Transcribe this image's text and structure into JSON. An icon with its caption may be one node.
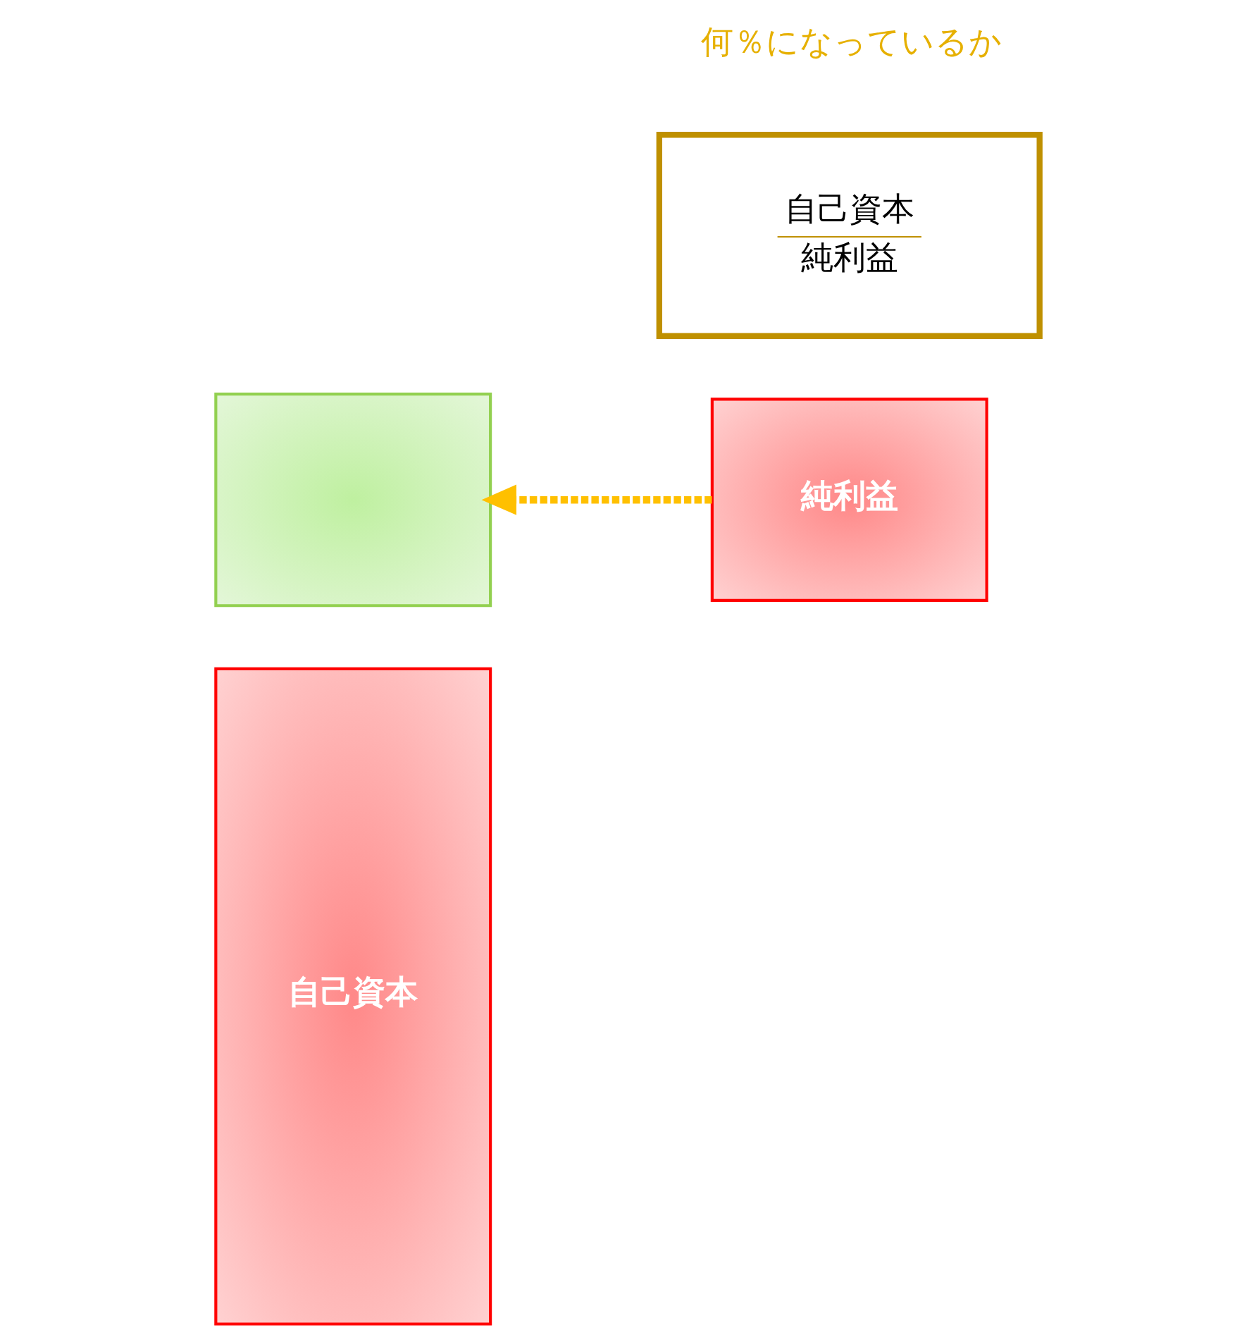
{
  "diagram": {
    "nodes": [
      {
        "text": [
          "自己資本"
        ]
      },
      {
        "text": [],
        "shape": "box"
      },
      {
        "text": [
          "自己資本",
          "純利益"
        ]
      },
      {
        "text": [
          "純利益"
        ]
      }
    ],
    "edges": [
      {
        "from": 3,
        "to": 1,
        "arrow": "to",
        "style": "dashed",
        "color": "#ffc000"
      }
    ],
    "labels": [
      "何％になっているか"
    ]
  }
}
